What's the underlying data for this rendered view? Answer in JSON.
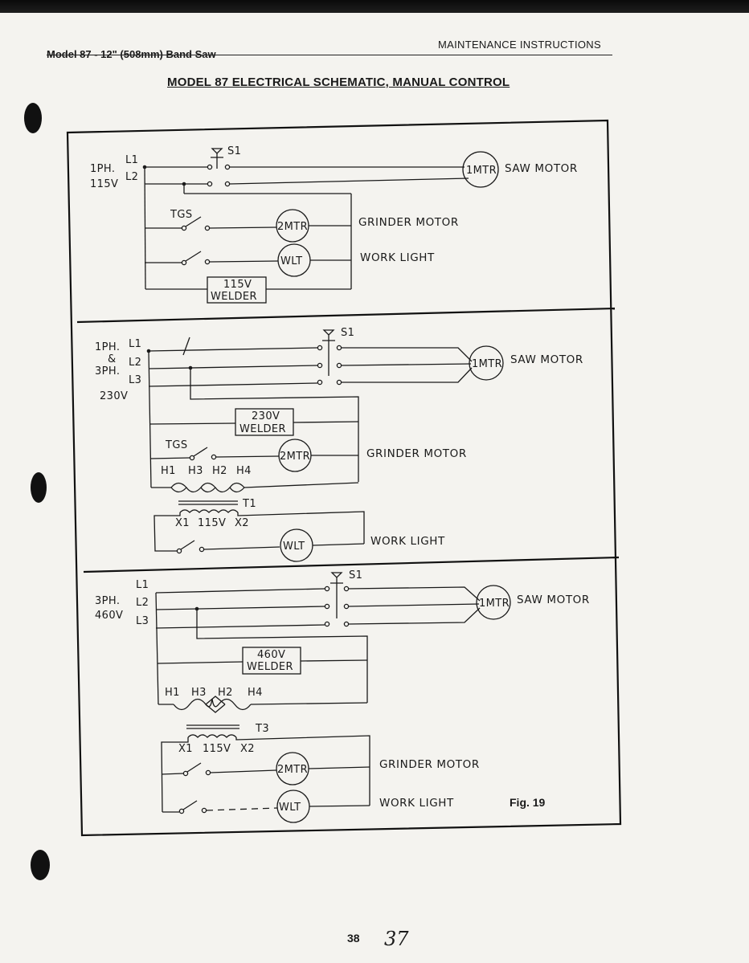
{
  "header": {
    "left": "Model 87 - 12\" (508mm) Band Saw",
    "right": "MAINTENANCE INSTRUCTIONS"
  },
  "title": "MODEL 87 ELECTRICAL SCHEMATIC, MANUAL CONTROL",
  "page": {
    "number": "38",
    "handwritten": "37"
  },
  "figure": "Fig. 19",
  "section1": {
    "supply": [
      "1PH.",
      "115V"
    ],
    "lines": [
      "L1",
      "L2"
    ],
    "switch": "S1",
    "tgs": "TGS",
    "saw_motor": {
      "symbol": "1MTR",
      "label": "SAW MOTOR"
    },
    "grinder_motor": {
      "symbol": "2MTR",
      "label": "GRINDER MOTOR"
    },
    "work_light": {
      "symbol": "WLT",
      "label": "WORK LIGHT"
    },
    "welder": [
      "115V",
      "WELDER"
    ]
  },
  "section2": {
    "supply": [
      "1PH.",
      "&",
      "3PH.",
      "230V"
    ],
    "lines": [
      "L1",
      "L2",
      "L3"
    ],
    "switch": "S1",
    "tgs": "TGS",
    "saw_motor": {
      "symbol": "1MTR",
      "label": "SAW MOTOR"
    },
    "grinder_motor": {
      "symbol": "2MTR",
      "label": "GRINDER MOTOR"
    },
    "work_light": {
      "symbol": "WLT",
      "label": "WORK LIGHT"
    },
    "welder": [
      "230V",
      "WELDER"
    ],
    "primary_taps": [
      "H1",
      "H3",
      "H2",
      "H4"
    ],
    "transformer": "T1",
    "secondary": [
      "X1",
      "115V",
      "X2"
    ]
  },
  "section3": {
    "supply": [
      "3PH.",
      "460V"
    ],
    "lines": [
      "L1",
      "L2",
      "L3"
    ],
    "switch": "S1",
    "saw_motor": {
      "symbol": "1MTR",
      "label": "SAW MOTOR"
    },
    "grinder_motor": {
      "symbol": "2MTR",
      "label": "GRINDER MOTOR"
    },
    "work_light": {
      "symbol": "WLT",
      "label": "WORK LIGHT"
    },
    "welder": [
      "460V",
      "WELDER"
    ],
    "primary_taps": [
      "H1",
      "H3",
      "H2",
      "H4"
    ],
    "transformer": "T3",
    "secondary": [
      "X1",
      "115V",
      "X2"
    ]
  }
}
